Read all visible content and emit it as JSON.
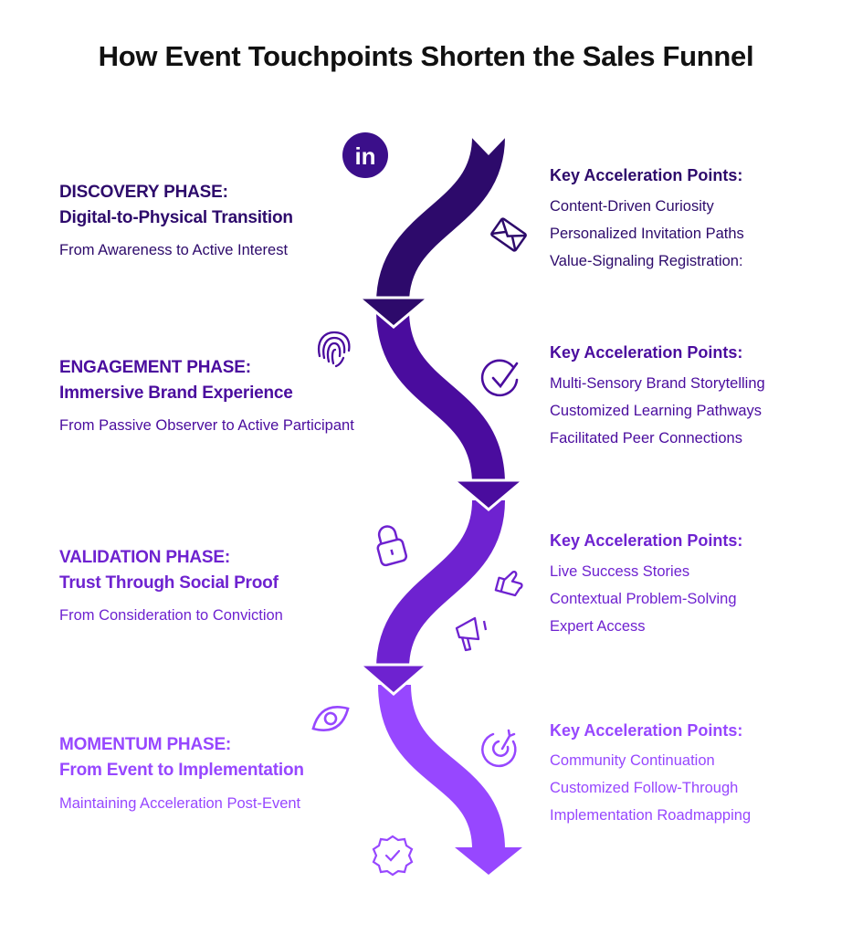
{
  "title": {
    "pre": "How ",
    "bold": "Event Touchpoints",
    "post": " Shorten the Sales Funnel"
  },
  "colors": {
    "phase1": "#2d0a6b",
    "phase2": "#4a0c9e",
    "phase3": "#6e22d0",
    "phase4": "#9747ff"
  },
  "phases": [
    {
      "name": "DISCOVERY PHASE:",
      "subtitle": "Digital-to-Physical Transition",
      "description": "From Awareness to Active Interest",
      "key_heading": "Key Acceleration Points:",
      "points": [
        "Content-Driven Curiosity",
        "Personalized Invitation Paths",
        "Value-Signaling Registration:"
      ],
      "icons": [
        "linkedin-icon",
        "envelope-icon"
      ]
    },
    {
      "name": "ENGAGEMENT PHASE:",
      "subtitle": "Immersive Brand Experience",
      "description": "From Passive Observer to Active Participant",
      "key_heading": "Key Acceleration Points:",
      "points": [
        "Multi-Sensory Brand Storytelling",
        "Customized Learning Pathways",
        "Facilitated Peer Connections"
      ],
      "icons": [
        "fingerprint-icon",
        "check-circle-icon"
      ]
    },
    {
      "name": "VALIDATION PHASE:",
      "subtitle": "Trust Through Social Proof",
      "description": "From Consideration to Conviction",
      "key_heading": "Key Acceleration Points:",
      "points": [
        "Live Success Stories",
        "Contextual Problem-Solving",
        "Expert Access"
      ],
      "icons": [
        "lock-icon",
        "thumbs-up-icon",
        "megaphone-icon"
      ]
    },
    {
      "name": "MOMENTUM PHASE:",
      "subtitle": "From Event to  Implementation",
      "description": "Maintaining Acceleration Post-Event",
      "key_heading": "Key Acceleration Points:",
      "points": [
        "Community Continuation",
        "Customized Follow-Through",
        "Implementation Roadmapping"
      ],
      "icons": [
        "eye-icon",
        "target-icon",
        "verified-badge-icon"
      ]
    }
  ],
  "linkedin_text": "in"
}
